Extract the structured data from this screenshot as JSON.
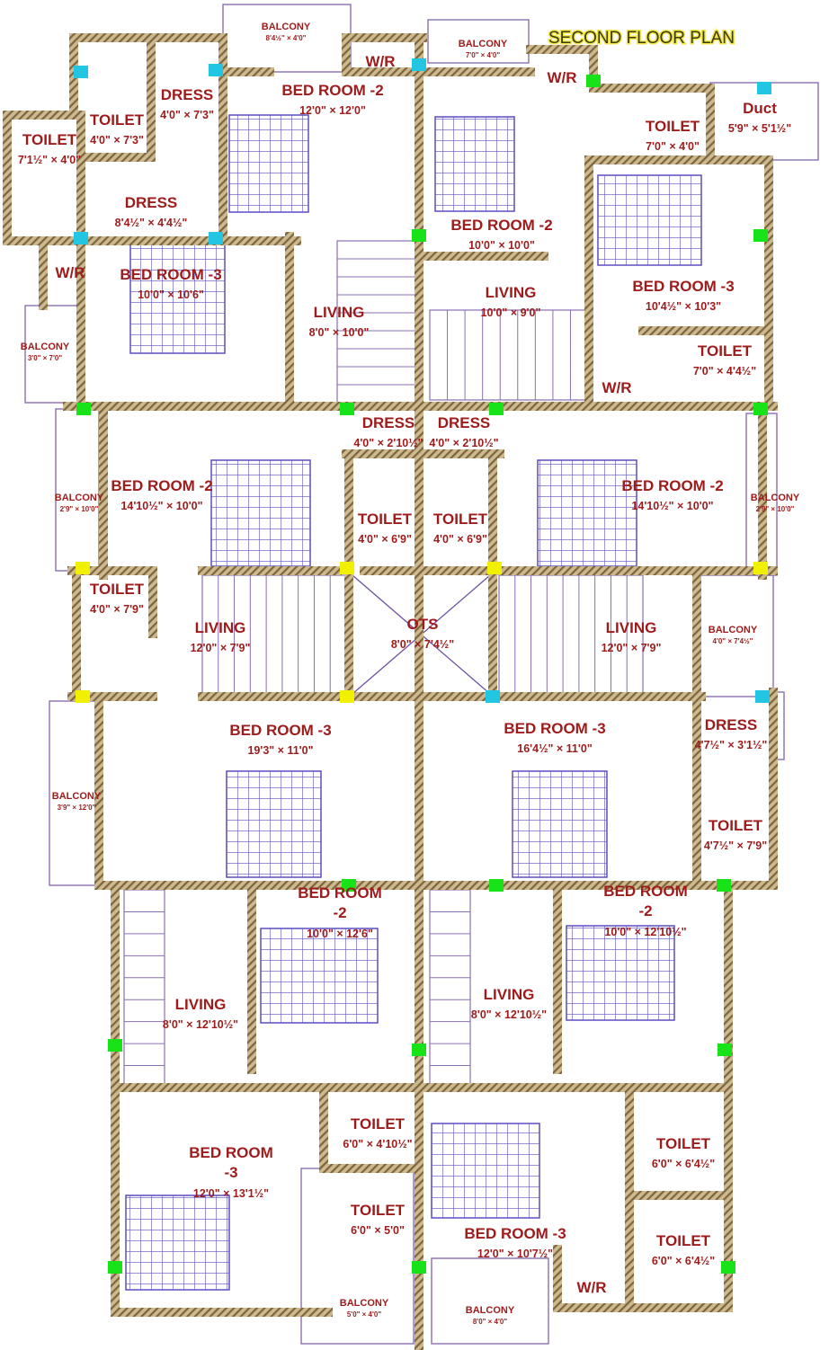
{
  "title": "SECOND FLOOR PLAN",
  "colors": {
    "wall": "#c8b48a",
    "label": "#9e1b1b",
    "furniture": "#5a4fc0",
    "column_cyan": "#22c6e2",
    "column_green": "#18e218",
    "column_yellow": "#f0f000"
  },
  "rooms": [
    {
      "name": "DRESS",
      "dims": "4'0\" × 7'3\""
    },
    {
      "name": "TOILET",
      "dims": "4'0\" × 7'3\""
    },
    {
      "name": "TOILET",
      "dims": "7'1½\" × 4'0\""
    },
    {
      "name": "DRESS",
      "dims": "8'4½\" × 4'4½\""
    },
    {
      "name": "BALCONY",
      "dims": "8'4½\" × 4'0\""
    },
    {
      "name": "W/R",
      "dims": ""
    },
    {
      "name": "BED ROOM -2",
      "dims": "12'0\" × 12'0\""
    },
    {
      "name": "W/R",
      "dims": ""
    },
    {
      "name": "BED ROOM -3",
      "dims": "10'0\" × 10'6\""
    },
    {
      "name": "BALCONY",
      "dims": "3'0\" × 7'0\""
    },
    {
      "name": "LIVING",
      "dims": "8'0\" × 10'0\""
    },
    {
      "name": "BALCONY",
      "dims": "7'0\" × 4'0\""
    },
    {
      "name": "W/R",
      "dims": ""
    },
    {
      "name": "TOILET",
      "dims": "7'0\" × 4'0\""
    },
    {
      "name": "Duct",
      "dims": "5'9\" × 5'1½\""
    },
    {
      "name": "BED ROOM -2",
      "dims": "10'0\" × 10'0\""
    },
    {
      "name": "BED ROOM -3",
      "dims": "10'4½\" × 10'3\""
    },
    {
      "name": "LIVING",
      "dims": "10'0\" × 9'0\""
    },
    {
      "name": "TOILET",
      "dims": "7'0\" × 4'4½\""
    },
    {
      "name": "W/R",
      "dims": ""
    },
    {
      "name": "DRESS",
      "dims": "4'0\" × 2'10½\""
    },
    {
      "name": "DRESS",
      "dims": "4'0\" × 2'10½\""
    },
    {
      "name": "BED ROOM -2",
      "dims": "14'10½\" × 10'0\""
    },
    {
      "name": "BALCONY",
      "dims": "2'9\" × 10'0\""
    },
    {
      "name": "TOILET",
      "dims": "4'0\" × 6'9\""
    },
    {
      "name": "TOILET",
      "dims": "4'0\" × 6'9\""
    },
    {
      "name": "BED ROOM -2",
      "dims": "14'10½\" × 10'0\""
    },
    {
      "name": "BALCONY",
      "dims": "2'9\" × 10'0\""
    },
    {
      "name": "TOILET",
      "dims": "4'0\" × 7'9\""
    },
    {
      "name": "LIVING",
      "dims": "12'0\" × 7'9\""
    },
    {
      "name": "OTS",
      "dims": "8'0\" × 7'4½\""
    },
    {
      "name": "LIVING",
      "dims": "12'0\" × 7'9\""
    },
    {
      "name": "BALCONY",
      "dims": "4'0\" × 7'4½\""
    },
    {
      "name": "BED ROOM -3",
      "dims": "19'3\" × 11'0\""
    },
    {
      "name": "BED ROOM -3",
      "dims": "16'4½\" × 11'0\""
    },
    {
      "name": "DRESS",
      "dims": "4'7½\" × 3'1½\""
    },
    {
      "name": "BALCONY",
      "dims": "3'9\" × 12'0\""
    },
    {
      "name": "TOILET",
      "dims": "4'7½\" × 7'9\""
    },
    {
      "name": "BED ROOM",
      "suffix": "-2",
      "dims": "10'0\" × 12'6\""
    },
    {
      "name": "LIVING",
      "dims": "8'0\" × 12'10½\""
    },
    {
      "name": "BED ROOM",
      "suffix": "-2",
      "dims": "10'0\" × 12'10½\""
    },
    {
      "name": "LIVING",
      "dims": "8'0\" × 12'10½\""
    },
    {
      "name": "TOILET",
      "dims": "6'0\" × 4'10½\""
    },
    {
      "name": "BED ROOM",
      "suffix": "-3",
      "dims": "12'0\" × 13'1½\""
    },
    {
      "name": "TOILET",
      "dims": "6'0\" × 5'0\""
    },
    {
      "name": "BALCONY",
      "dims": "5'0\" × 4'0\""
    },
    {
      "name": "TOILET",
      "dims": "6'0\" × 6'4½\""
    },
    {
      "name": "BED ROOM -3",
      "dims": "12'0\" × 10'7½\""
    },
    {
      "name": "TOILET",
      "dims": "6'0\" × 6'4½\""
    },
    {
      "name": "W/R",
      "dims": ""
    },
    {
      "name": "BALCONY",
      "dims": "8'0\" × 4'0\""
    }
  ]
}
